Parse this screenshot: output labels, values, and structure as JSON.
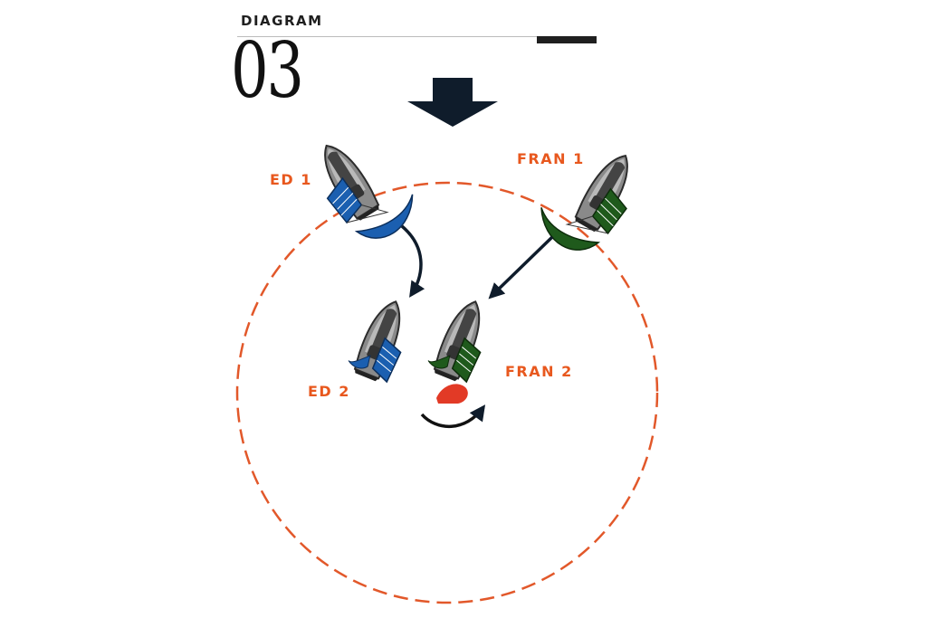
{
  "header": {
    "kicker": "DIAGRAM",
    "number": "03"
  },
  "boats": {
    "ed1": {
      "label": "ED 1",
      "color": "#1b5fb0"
    },
    "fran1": {
      "label": "FRAN 1",
      "color": "#1f5a1c"
    },
    "ed2": {
      "label": "ED 2",
      "color": "#1b5fb0"
    },
    "fran2": {
      "label": "FRAN 2",
      "color": "#1f5a1c"
    }
  },
  "colors": {
    "label": "#e8581e",
    "circle": "#e2582a",
    "mark": "#e23a26",
    "arrow": "#0f1c2b",
    "hull": "#7a7a7a",
    "hull_dark": "#3a3a3a"
  },
  "icons": {
    "wind": "wind-arrow-icon",
    "mark": "mark-buoy-icon",
    "rotation": "rotation-arrow-icon"
  }
}
